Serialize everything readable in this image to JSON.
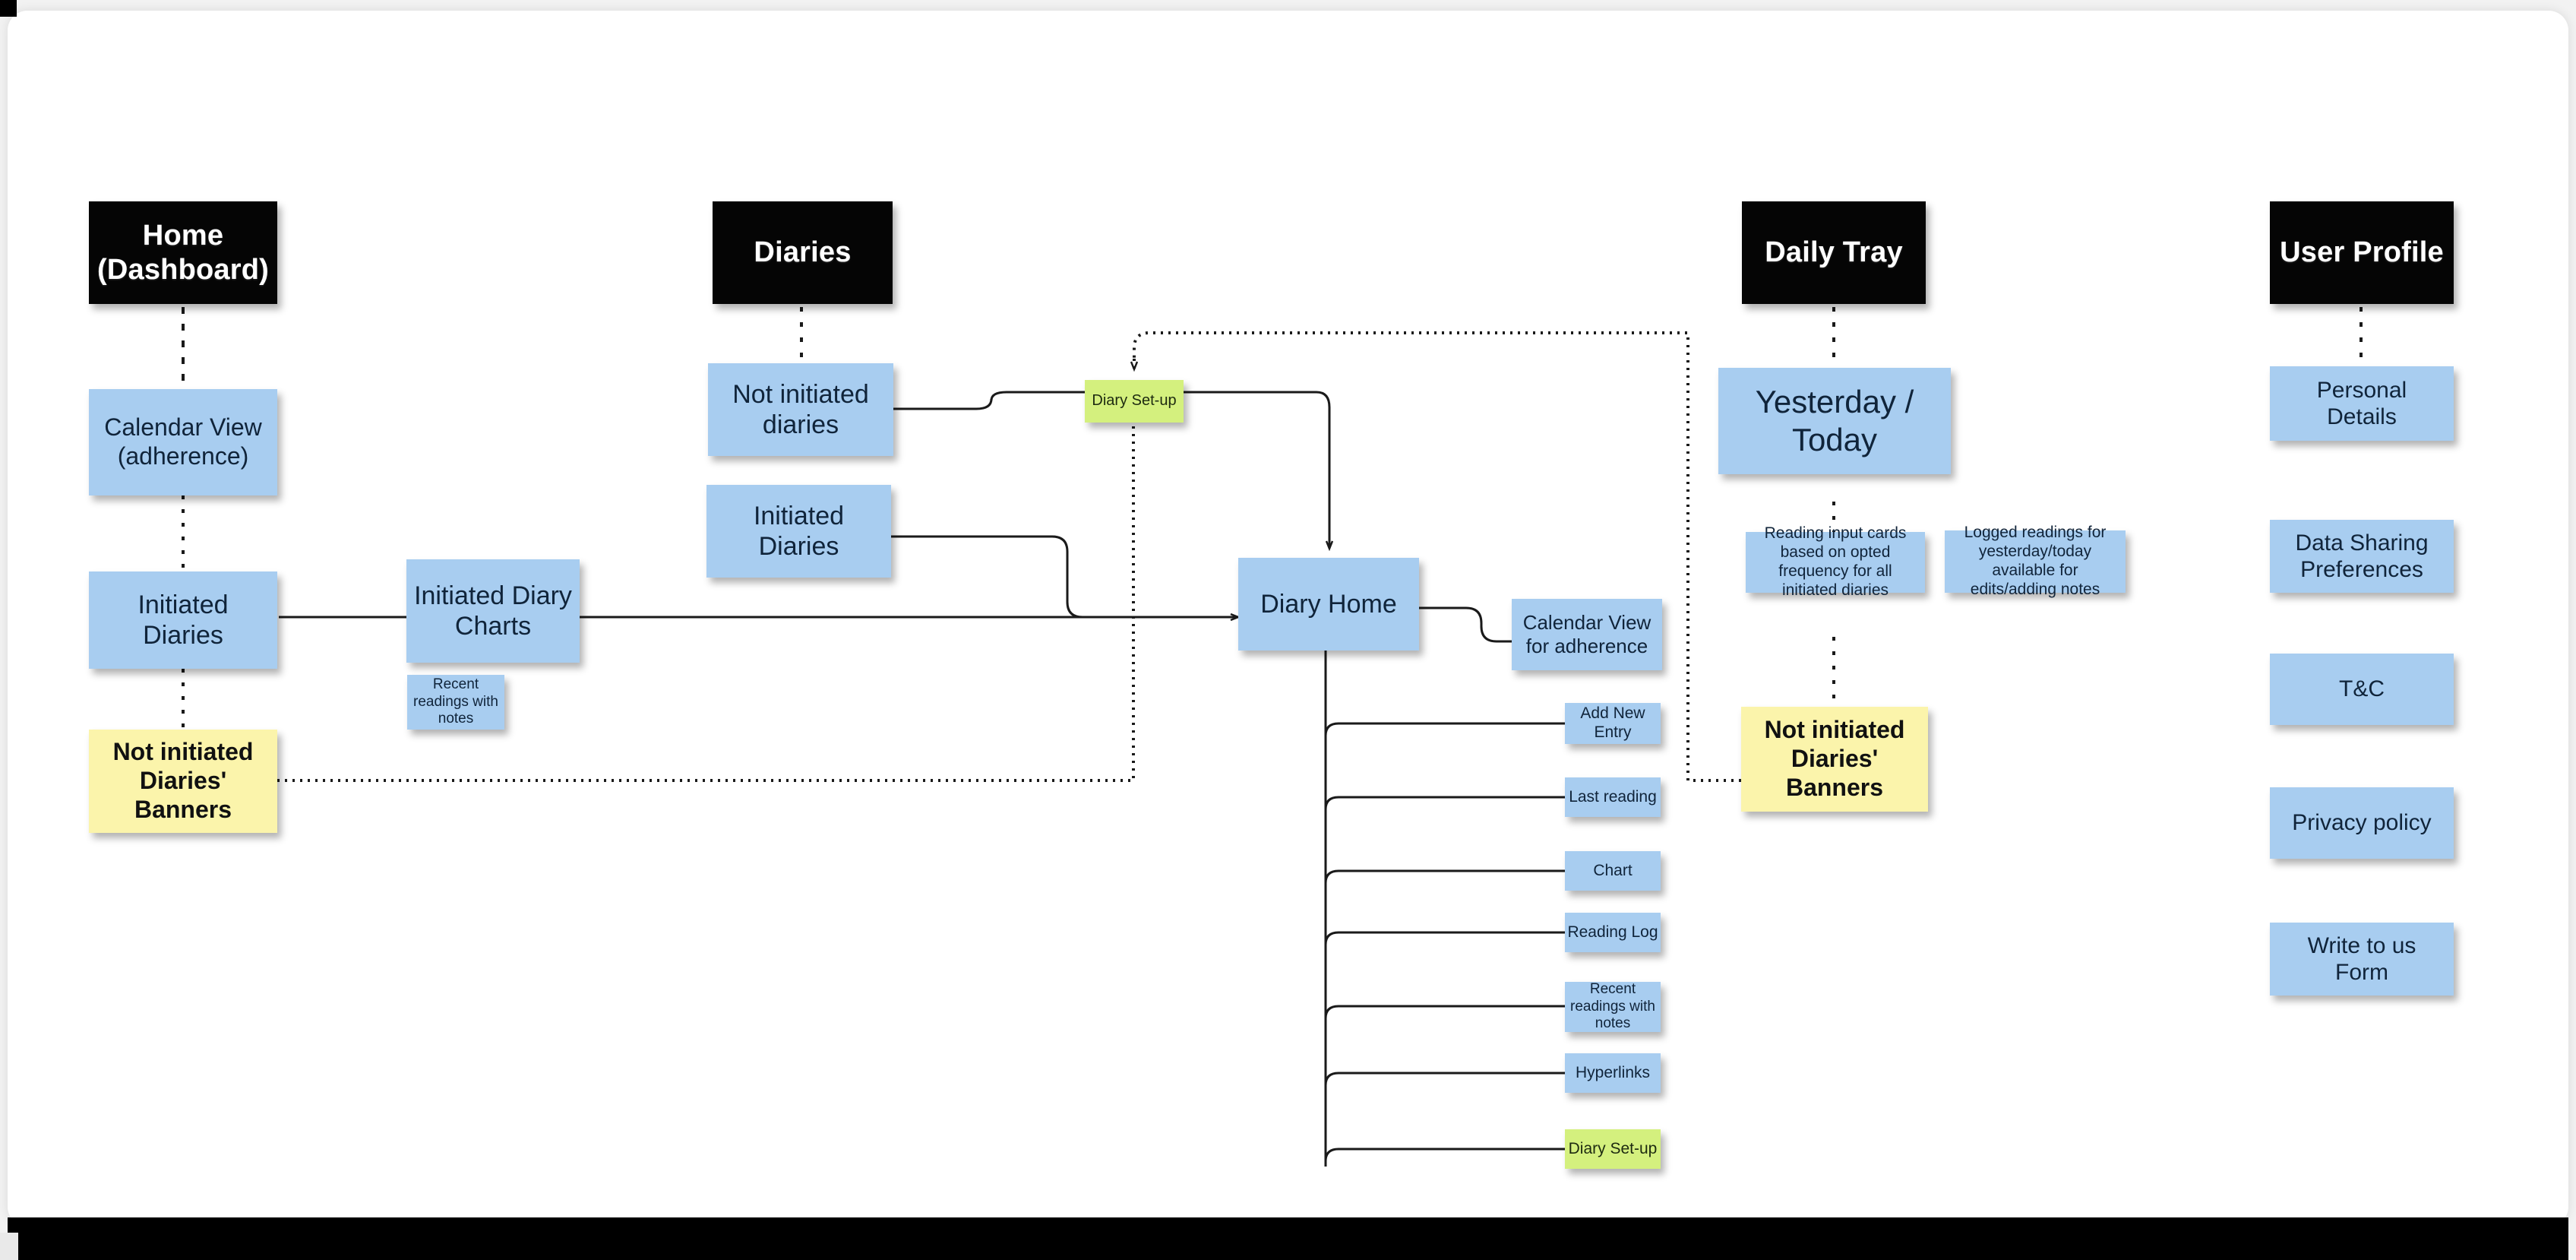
{
  "diagram": {
    "title_columns": [
      "Home (Dashboard)",
      "Diaries",
      "Daily Tray",
      "User Profile"
    ],
    "colors": {
      "header": "#050505",
      "node_blue": "#a8cdf0",
      "node_yellow": "#fbf4ab",
      "node_green": "#d4f07e",
      "connector": "#1a1a1a",
      "page": "#ffffff"
    }
  },
  "columns": {
    "home": {
      "header": "Home\n(Dashboard)",
      "header_line1": "Home",
      "header_line2": "(Dashboard)",
      "nodes": {
        "calendar_view": "Calendar View\n(adherence)",
        "calendar_view_l1": "Calendar View",
        "calendar_view_l2": "(adherence)",
        "initiated_diaries_l1": "Initiated",
        "initiated_diaries_l2": "Diaries",
        "not_initiated_banners_l1": "Not initiated",
        "not_initiated_banners_l2": "Diaries'",
        "not_initiated_banners_l3": "Banners",
        "initiated_diary_charts_l1": "Initiated Diary",
        "initiated_diary_charts_l2": "Charts",
        "recent_readings_l1": "Recent",
        "recent_readings_l2": "readings with",
        "recent_readings_l3": "notes"
      }
    },
    "diaries": {
      "header": "Diaries",
      "nodes": {
        "not_initiated_diaries_l1": "Not initiated",
        "not_initiated_diaries_l2": "diaries",
        "initiated_diaries_l1": "Initiated",
        "initiated_diaries_l2": "Diaries",
        "diary_setup": "Diary Set-up",
        "diary_home": "Diary Home",
        "calendar_view_adherence_l1": "Calendar View",
        "calendar_view_adherence_l2": "for adherence"
      },
      "sub_items": [
        {
          "label_l1": "Add New",
          "label_l2": "Entry",
          "label_l3": "",
          "variant": "blue"
        },
        {
          "label_l1": "Last reading",
          "label_l2": "",
          "label_l3": "",
          "variant": "blue"
        },
        {
          "label_l1": "Chart",
          "label_l2": "",
          "label_l3": "",
          "variant": "blue"
        },
        {
          "label_l1": "Reading Log",
          "label_l2": "",
          "label_l3": "",
          "variant": "blue"
        },
        {
          "label_l1": "Recent",
          "label_l2": "readings with",
          "label_l3": "notes",
          "variant": "blue"
        },
        {
          "label_l1": "Hyperlinks",
          "label_l2": "",
          "label_l3": "",
          "variant": "blue"
        },
        {
          "label_l1": "Diary Set-up",
          "label_l2": "",
          "label_l3": "",
          "variant": "green"
        }
      ]
    },
    "daily_tray": {
      "header": "Daily Tray",
      "nodes": {
        "yesterday_today_l1": "Yesterday /",
        "yesterday_today_l2": "Today",
        "reading_input_cards_l1": "Reading input cards",
        "reading_input_cards_l2": "based on opted",
        "reading_input_cards_l3": "frequency for all",
        "reading_input_cards_l4": "initiated diaries",
        "logged_readings_l1": "Logged readings for",
        "logged_readings_l2": "yesterday/today",
        "logged_readings_l3": "available for",
        "logged_readings_l4": "edits/adding notes",
        "not_initiated_banners_l1": "Not initiated",
        "not_initiated_banners_l2": "Diaries'",
        "not_initiated_banners_l3": "Banners"
      }
    },
    "user_profile": {
      "header": "User Profile",
      "items": [
        {
          "label_l1": "Personal",
          "label_l2": "Details"
        },
        {
          "label_l1": "Data Sharing",
          "label_l2": "Preferences"
        },
        {
          "label_l1": "T&C",
          "label_l2": ""
        },
        {
          "label_l1": "Privacy policy",
          "label_l2": ""
        },
        {
          "label_l1": "Write to us",
          "label_l2": "Form"
        }
      ]
    }
  }
}
